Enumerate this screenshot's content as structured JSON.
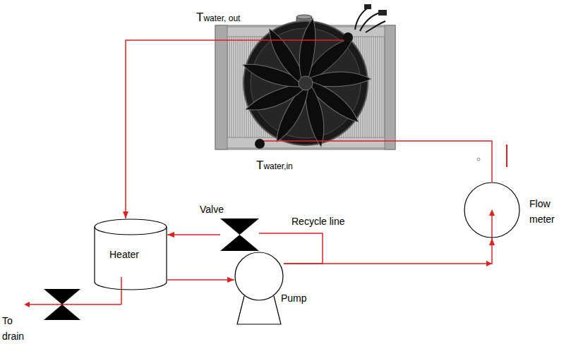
{
  "diagram": {
    "nodes": [
      {
        "text": [
          "Twater, out",
          "Twater,in"
        ]
      },
      {
        "text": [
          "Flow meter"
        ]
      },
      {
        "text": [
          "Valve"
        ]
      },
      {
        "text": [
          "Heater"
        ]
      },
      {
        "text": [
          "Pump"
        ]
      }
    ],
    "edges": [
      {
        "from": 0,
        "to": 3,
        "arrow": "to"
      },
      {
        "from": 3,
        "to": 4,
        "arrow": "to"
      },
      {
        "from": 4,
        "to": 1,
        "arrow": "to"
      },
      {
        "from": 4,
        "to": 2,
        "arrow": "none",
        "label": "Recycle line"
      },
      {
        "from": 2,
        "to": 3,
        "arrow": "to"
      },
      {
        "from": 1,
        "to": 0,
        "arrow": "none"
      }
    ],
    "labels": [
      "To drain"
    ]
  }
}
